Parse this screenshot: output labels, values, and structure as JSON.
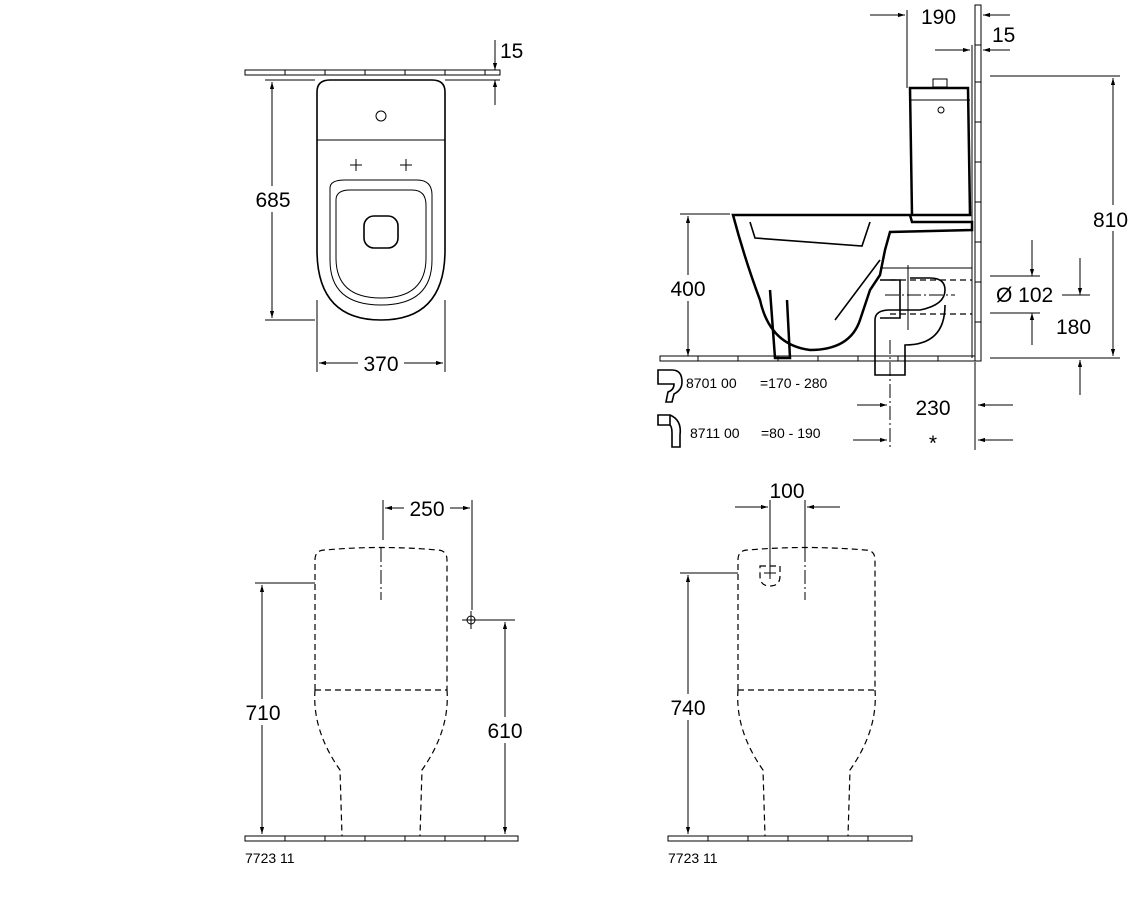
{
  "top_view": {
    "depth": "685",
    "width": "370",
    "wall_gap": "15"
  },
  "side_view": {
    "tank_depth": "190",
    "wall_gap": "15",
    "total_height": "810",
    "seat_height": "400",
    "outlet_diameter": "Ø 102",
    "outlet_height": "180",
    "outlet_distance": "230",
    "outlet_note": "*",
    "connectors": [
      {
        "code": "8701 00",
        "range": "=170 -  280"
      },
      {
        "code": "8711 00",
        "range": "=80 -  190"
      }
    ]
  },
  "front_view_left": {
    "inlet_offset": "250",
    "total_height": "710",
    "inlet_height": "610",
    "article": "7723 11"
  },
  "front_view_right": {
    "inlet_width": "100",
    "total_height": "740",
    "article": "7723 11"
  }
}
